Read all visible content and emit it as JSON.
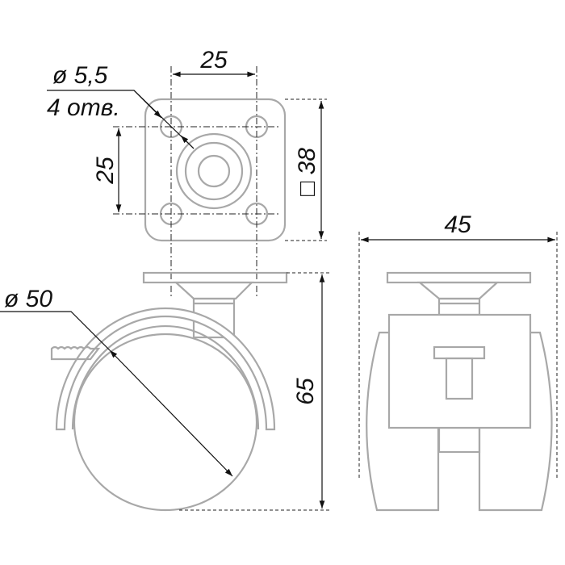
{
  "top_view": {
    "hole_spacing_x": "25",
    "hole_spacing_y": "25",
    "plate_size": "□ 38",
    "hole_diameter": "ø 5,5",
    "hole_count": "4 отв."
  },
  "side_view": {
    "wheel_diameter": "ø 50",
    "height": "65"
  },
  "front_view": {
    "width": "45"
  },
  "colors": {
    "part_line": "#a8a8a8",
    "dimension_line": "#111111"
  }
}
